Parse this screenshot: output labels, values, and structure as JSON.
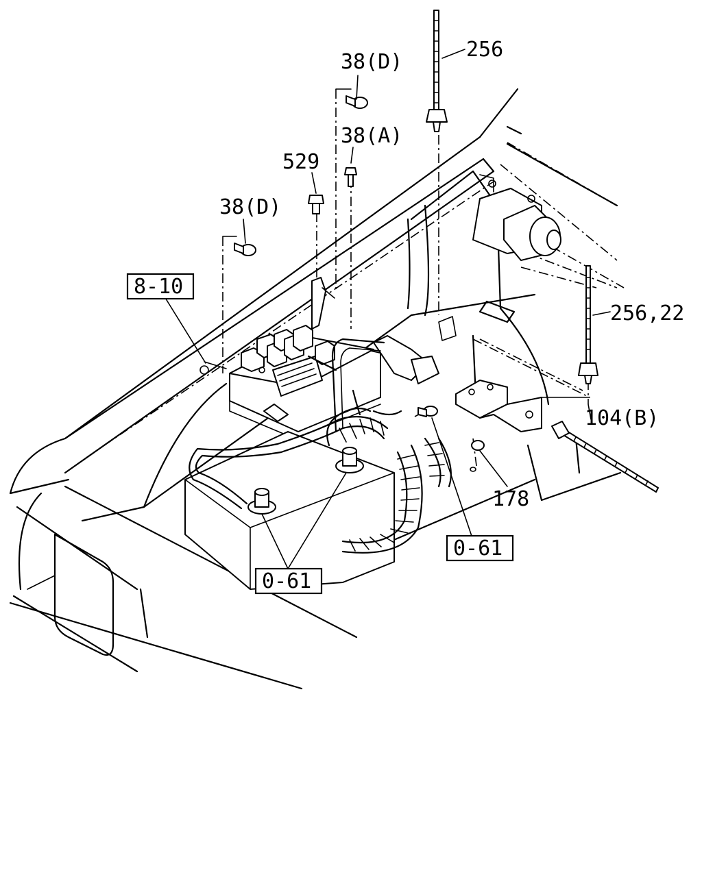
{
  "callouts": {
    "p256_top": "256",
    "p38d_top": "38(D)",
    "p38a": "38(A)",
    "p529": "529",
    "p38d_left": "38(D)",
    "p256_22": "256,22",
    "p104b": "104(B)",
    "p178": "178"
  },
  "refs": {
    "r8_10": "8-10",
    "r0_61_battery": "0-61",
    "r0_61_bolt": "0-61"
  }
}
